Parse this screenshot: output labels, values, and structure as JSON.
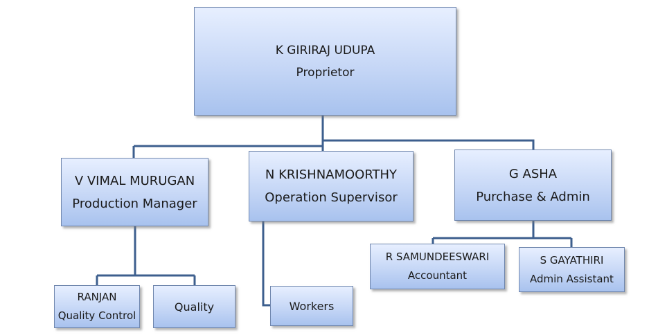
{
  "org_chart": {
    "root": {
      "name": "K GIRIRAJ UDUPA",
      "role": "Proprietor"
    },
    "managers": [
      {
        "name": "V VIMAL MURUGAN",
        "role": "Production Manager"
      },
      {
        "name": "N KRISHNAMOORTHY",
        "role": "Operation Supervisor"
      },
      {
        "name": "G ASHA",
        "role": "Purchase & Admin"
      }
    ],
    "production_reports": [
      {
        "name": "RANJAN",
        "role": "Quality Control"
      },
      {
        "label": "Quality"
      }
    ],
    "operation_reports": [
      {
        "label": "Workers"
      }
    ],
    "admin_reports": [
      {
        "name": "R SAMUNDEESWARI",
        "role": "Accountant"
      },
      {
        "name": "S GAYATHIRI",
        "role": "Admin Assistant"
      }
    ]
  },
  "colors": {
    "connector": "#3d5f8e",
    "box_border": "#6f86ad",
    "box_fill_top": "#e7efff",
    "box_fill_bottom": "#a8c2ee"
  }
}
